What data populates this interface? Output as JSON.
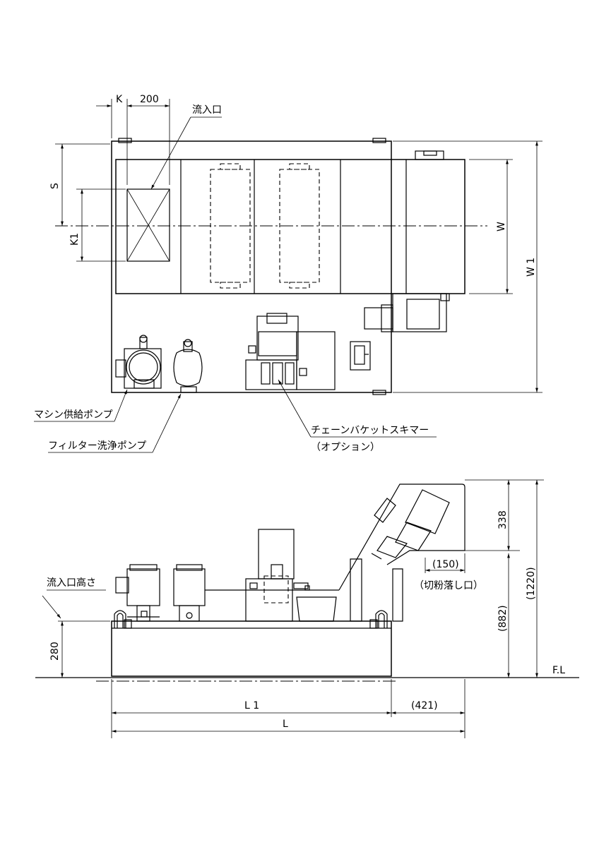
{
  "plan_view": {
    "dim_k": "K",
    "dim_200": "200",
    "dim_s": "S",
    "dim_k1": "K1",
    "dim_w": "W",
    "dim_w1": "W 1",
    "label_inlet": "流入口",
    "label_machine_pump": "マシン供給ポンプ",
    "label_filter_pump": "フィルター洗浄ポンプ",
    "label_skimmer": "チェーンバケットスキマー",
    "label_skimmer_option": "（オプション）"
  },
  "side_view": {
    "dim_338": "338",
    "dim_1220": "(1220)",
    "dim_882": "(882)",
    "dim_150": "(150)",
    "label_chip_outlet": "（切粉落し口）",
    "label_inlet_height": "流入口高さ",
    "dim_280": "280",
    "label_fl": "F.L",
    "dim_l1": "L 1",
    "dim_421": "(421)",
    "dim_l": "L"
  }
}
